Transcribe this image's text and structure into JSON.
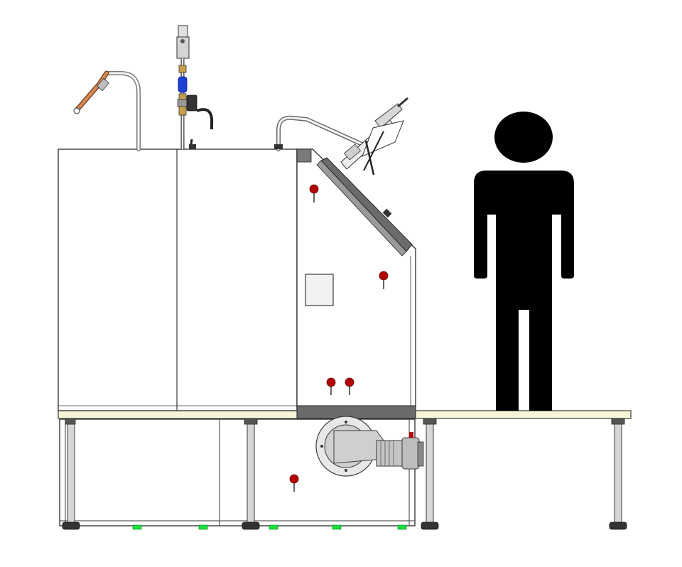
{
  "colors": {
    "background": "#ffffff",
    "outline": "#3a3a3a",
    "panel_fill": "#ffffff",
    "platform_fill": "#f7f5d7",
    "leg_fill": "#d6d6d6",
    "leg_foot": "#333333",
    "dark_bar": "#6b6b6b",
    "knob_red": "#b30000",
    "foot_green": "#19e03a",
    "valve_blue": "#1f3fd9",
    "brass": "#c7a24a",
    "copper": "#d98a55",
    "person": "#000000",
    "hose": "#222222"
  },
  "components": {
    "cabinet": "cabinet-body",
    "hopper": "sloped-hopper",
    "platform": "support-platform",
    "frame": "lower-frame",
    "motor": "gear-motor",
    "person": "scale-person-silhouette",
    "water_inlet": "water-inlet-pipe",
    "valve_assembly": "valve-assembly",
    "actuator": "lid-actuator"
  }
}
